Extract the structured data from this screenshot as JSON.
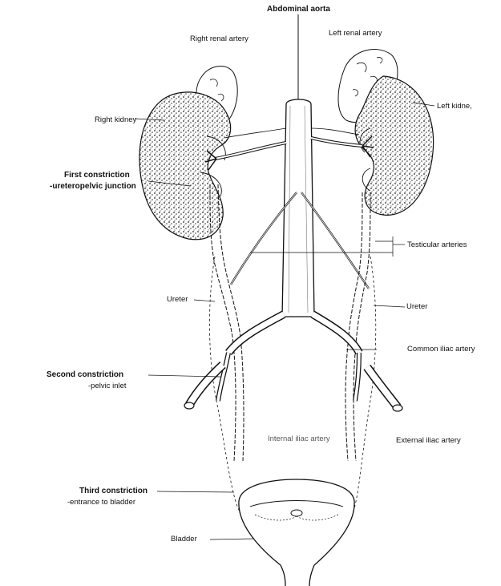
{
  "labels": {
    "abdominal_aorta": "Abdominal aorta",
    "right_renal_artery": "Right renal artery",
    "left_renal_artery": "Left renal artery",
    "right_kidney": "Right kidney",
    "left_kidney": "Left kidne,",
    "first_constriction": "First constriction",
    "first_constriction_sub": "-ureteropelvic junction",
    "testicular_arteries": "Testicular arteries",
    "ureter_left_side": "Ureter",
    "ureter_right_side": "Ureter",
    "common_iliac_artery": "Common iliac artery",
    "second_constriction": "Second constriction",
    "second_constriction_sub": "-pelvic inlet",
    "internal_iliac_artery": "Internal iliac artery",
    "external_iliac_artery": "External iliac artery",
    "third_constriction": "Third constriction",
    "third_constriction_sub": "-entrance to bladder",
    "bladder": "Bladder"
  },
  "colors": {
    "ink": "#111111",
    "paper": "#ffffff"
  }
}
